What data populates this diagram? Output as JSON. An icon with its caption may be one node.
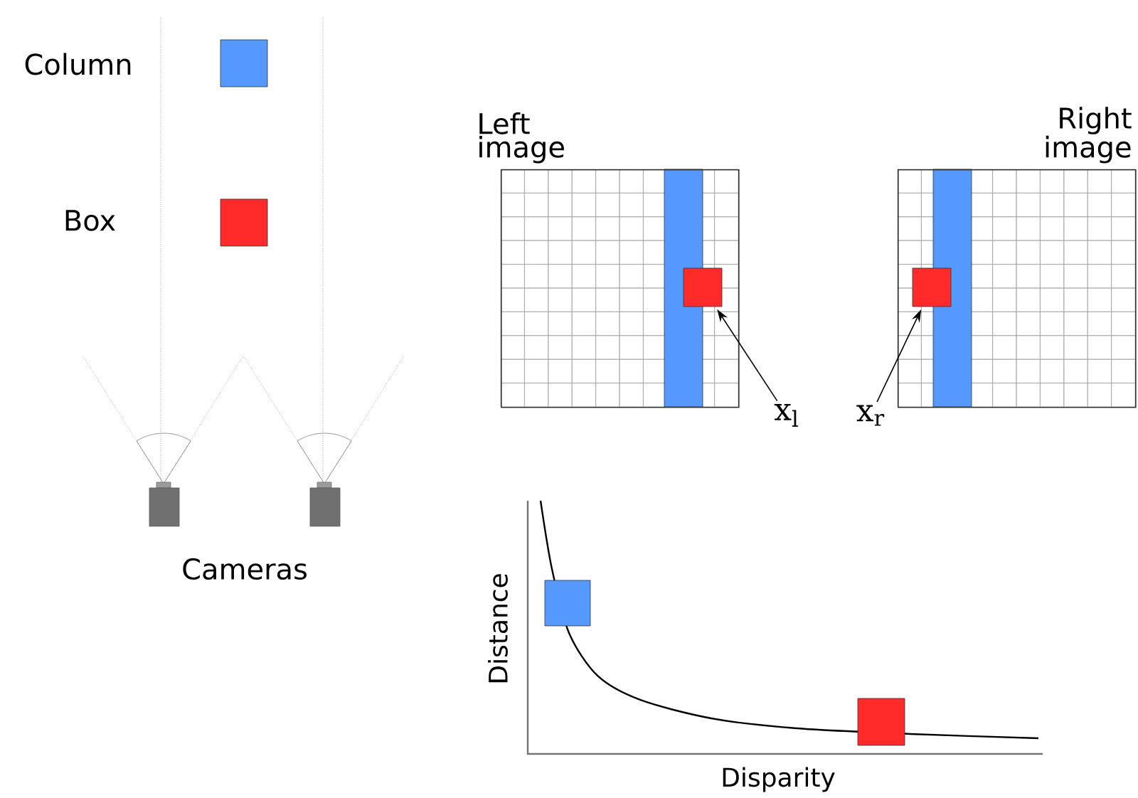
{
  "diagram": {
    "nodes": [
      {
        "text": [
          "Left image"
        ]
      },
      {
        "text": [],
        "shape": "box",
        "in": 0
      },
      {
        "text": [
          "Right image"
        ]
      },
      {
        "text": [],
        "shape": "box",
        "in": 2
      },
      {
        "text": [
          "x$_{l}$"
        ]
      },
      {
        "text": [
          "x$_{r}$"
        ]
      }
    ],
    "edges": [
      {
        "from": 4,
        "to": 1,
        "arrow": "to"
      },
      {
        "from": 5,
        "to": 3,
        "arrow": "to"
      }
    ],
    "labels": [
      "Column",
      "Box",
      "Cameras",
      "Distance",
      "Disparity"
    ]
  }
}
